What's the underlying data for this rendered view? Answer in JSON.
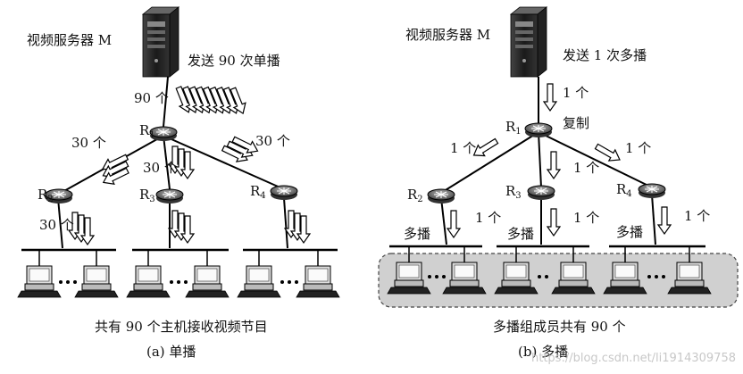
{
  "left": {
    "server_label": "视频服务器 M",
    "send_label": "发送 90 次单播",
    "top_count": "90 个",
    "r1_left_count": "30 个",
    "r1_mid_count": "30 个",
    "r1_right_count": "30 个",
    "r2_count": "30 个",
    "routers": [
      "R",
      "R",
      "R",
      "R"
    ],
    "router_subs": [
      "1",
      "2",
      "3",
      "4"
    ],
    "summary": "共有 90 个主机接收视频节目",
    "caption": "(a) 单播"
  },
  "right": {
    "server_label": "视频服务器 M",
    "send_label": "发送 1 次多播",
    "top_count": "1 个",
    "copy_label": "复制",
    "r1_left_count": "1 个",
    "r1_mid_count": "1 个",
    "r1_right_count": "1 个",
    "r2_count": "1 个",
    "r3_count": "1 个",
    "r4_count": "1 个",
    "multicast_labels": [
      "多播",
      "多播",
      "多播"
    ],
    "routers": [
      "R",
      "R",
      "R",
      "R"
    ],
    "router_subs": [
      "1",
      "2",
      "3",
      "4"
    ],
    "summary": "多播组成员共有 90 个",
    "caption": "(b) 多播"
  },
  "watermark": "https://blog.csdn.net/li1914309758"
}
